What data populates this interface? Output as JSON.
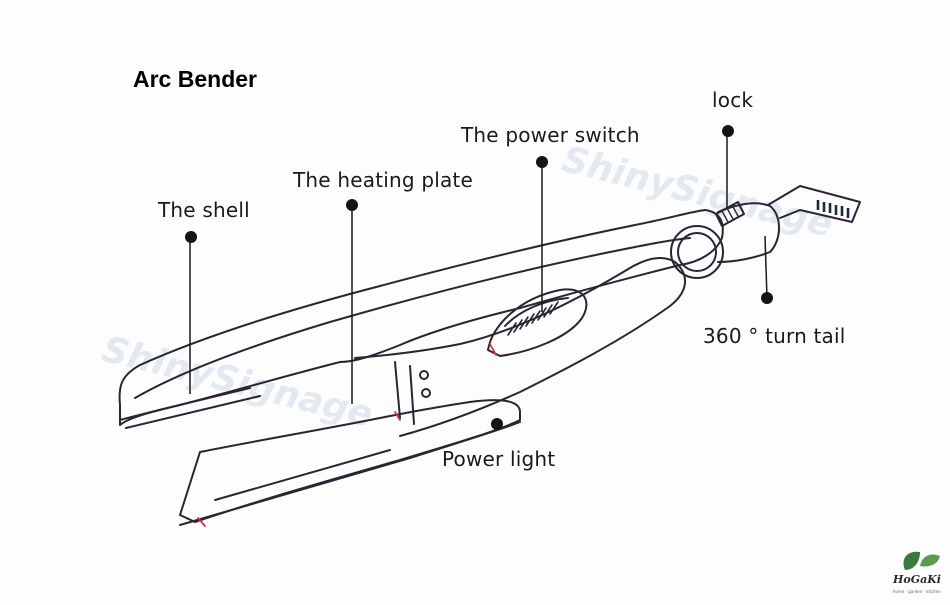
{
  "title": "Arc Bender",
  "labels": {
    "lock": "lock",
    "power_switch": "The power switch",
    "heating_plate": "The heating plate",
    "shell": "The shell",
    "turn_tail": "360 ° turn tail",
    "power_light": "Power light"
  },
  "watermark": {
    "text": "ShinySignage"
  },
  "brand": {
    "name": "HoGaKi",
    "tagline": "home · garden · kitchen"
  },
  "colors": {
    "outline": "#2b2533",
    "leader": "#1a1a1a",
    "dot": "#141414",
    "accent_red": "#d9303a"
  }
}
